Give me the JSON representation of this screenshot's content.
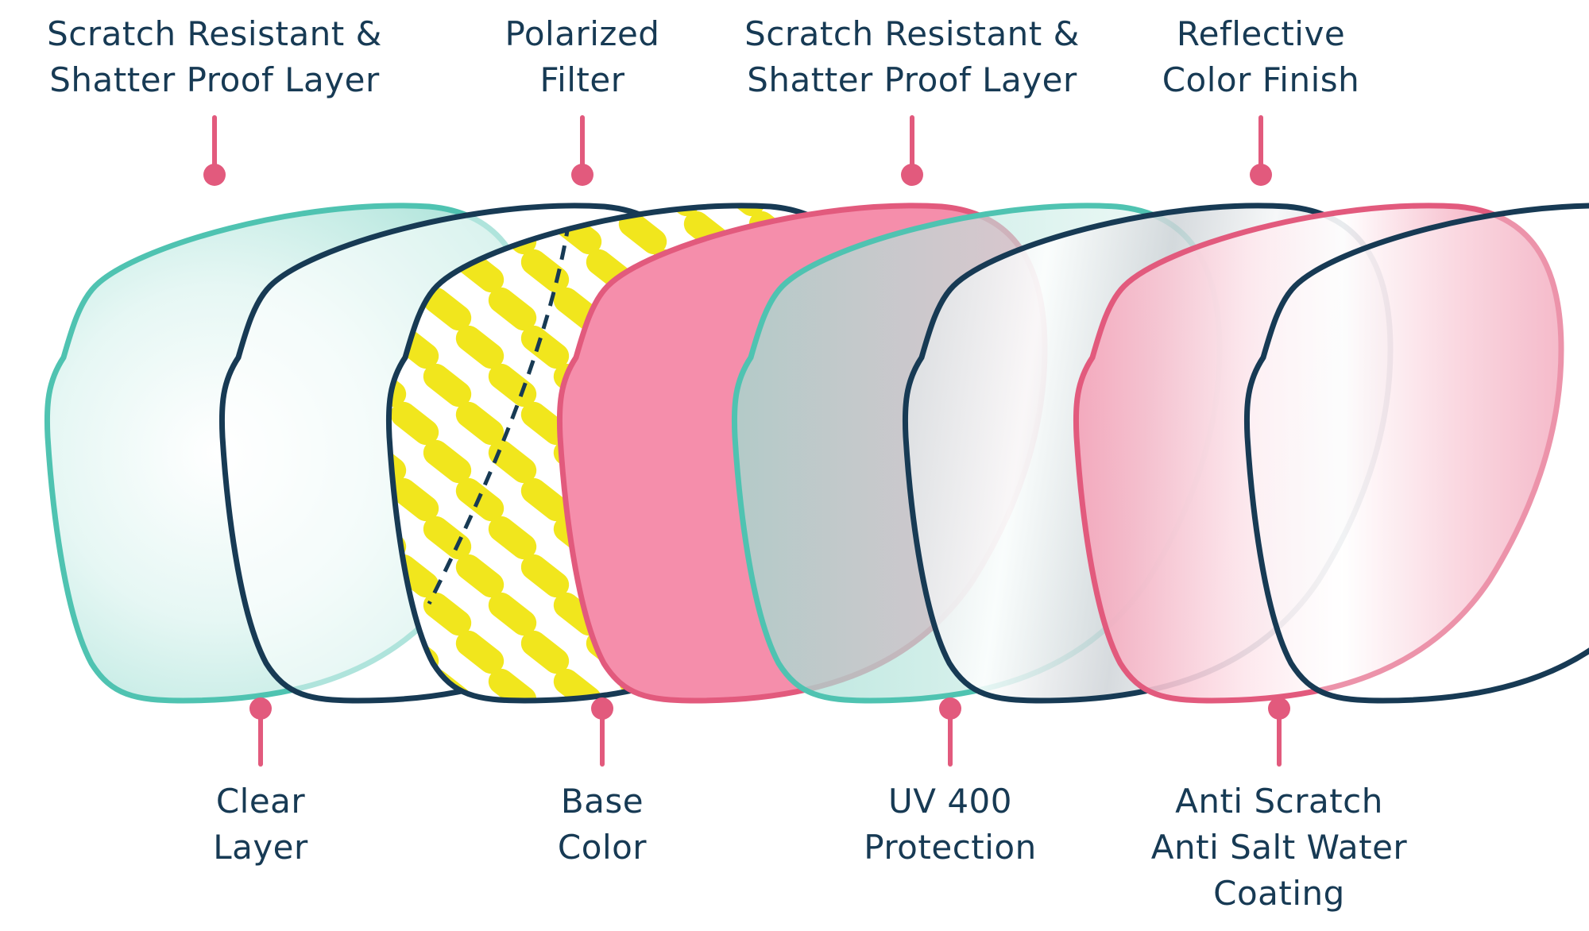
{
  "labels": {
    "top": [
      {
        "lines": [
          "Scratch Resistant &",
          "Shatter Proof Layer"
        ]
      },
      {
        "lines": [
          "Polarized",
          "Filter"
        ]
      },
      {
        "lines": [
          "Scratch Resistant &",
          "Shatter Proof Layer"
        ]
      },
      {
        "lines": [
          "Reflective",
          "Color Finish"
        ]
      }
    ],
    "bottom": [
      {
        "lines": [
          "Clear",
          "Layer"
        ]
      },
      {
        "lines": [
          "Base",
          "Color"
        ]
      },
      {
        "lines": [
          "UV 400",
          "Protection"
        ]
      },
      {
        "lines": [
          "Anti Scratch",
          "Anti Salt Water",
          "Coating"
        ]
      }
    ]
  },
  "colors": {
    "text": "#173a54",
    "accent_pink": "#e25a7d",
    "teal": "#4fc3b1",
    "navy": "#173a54",
    "yellow": "#f1e61d",
    "base_pink": "#f58eab"
  }
}
